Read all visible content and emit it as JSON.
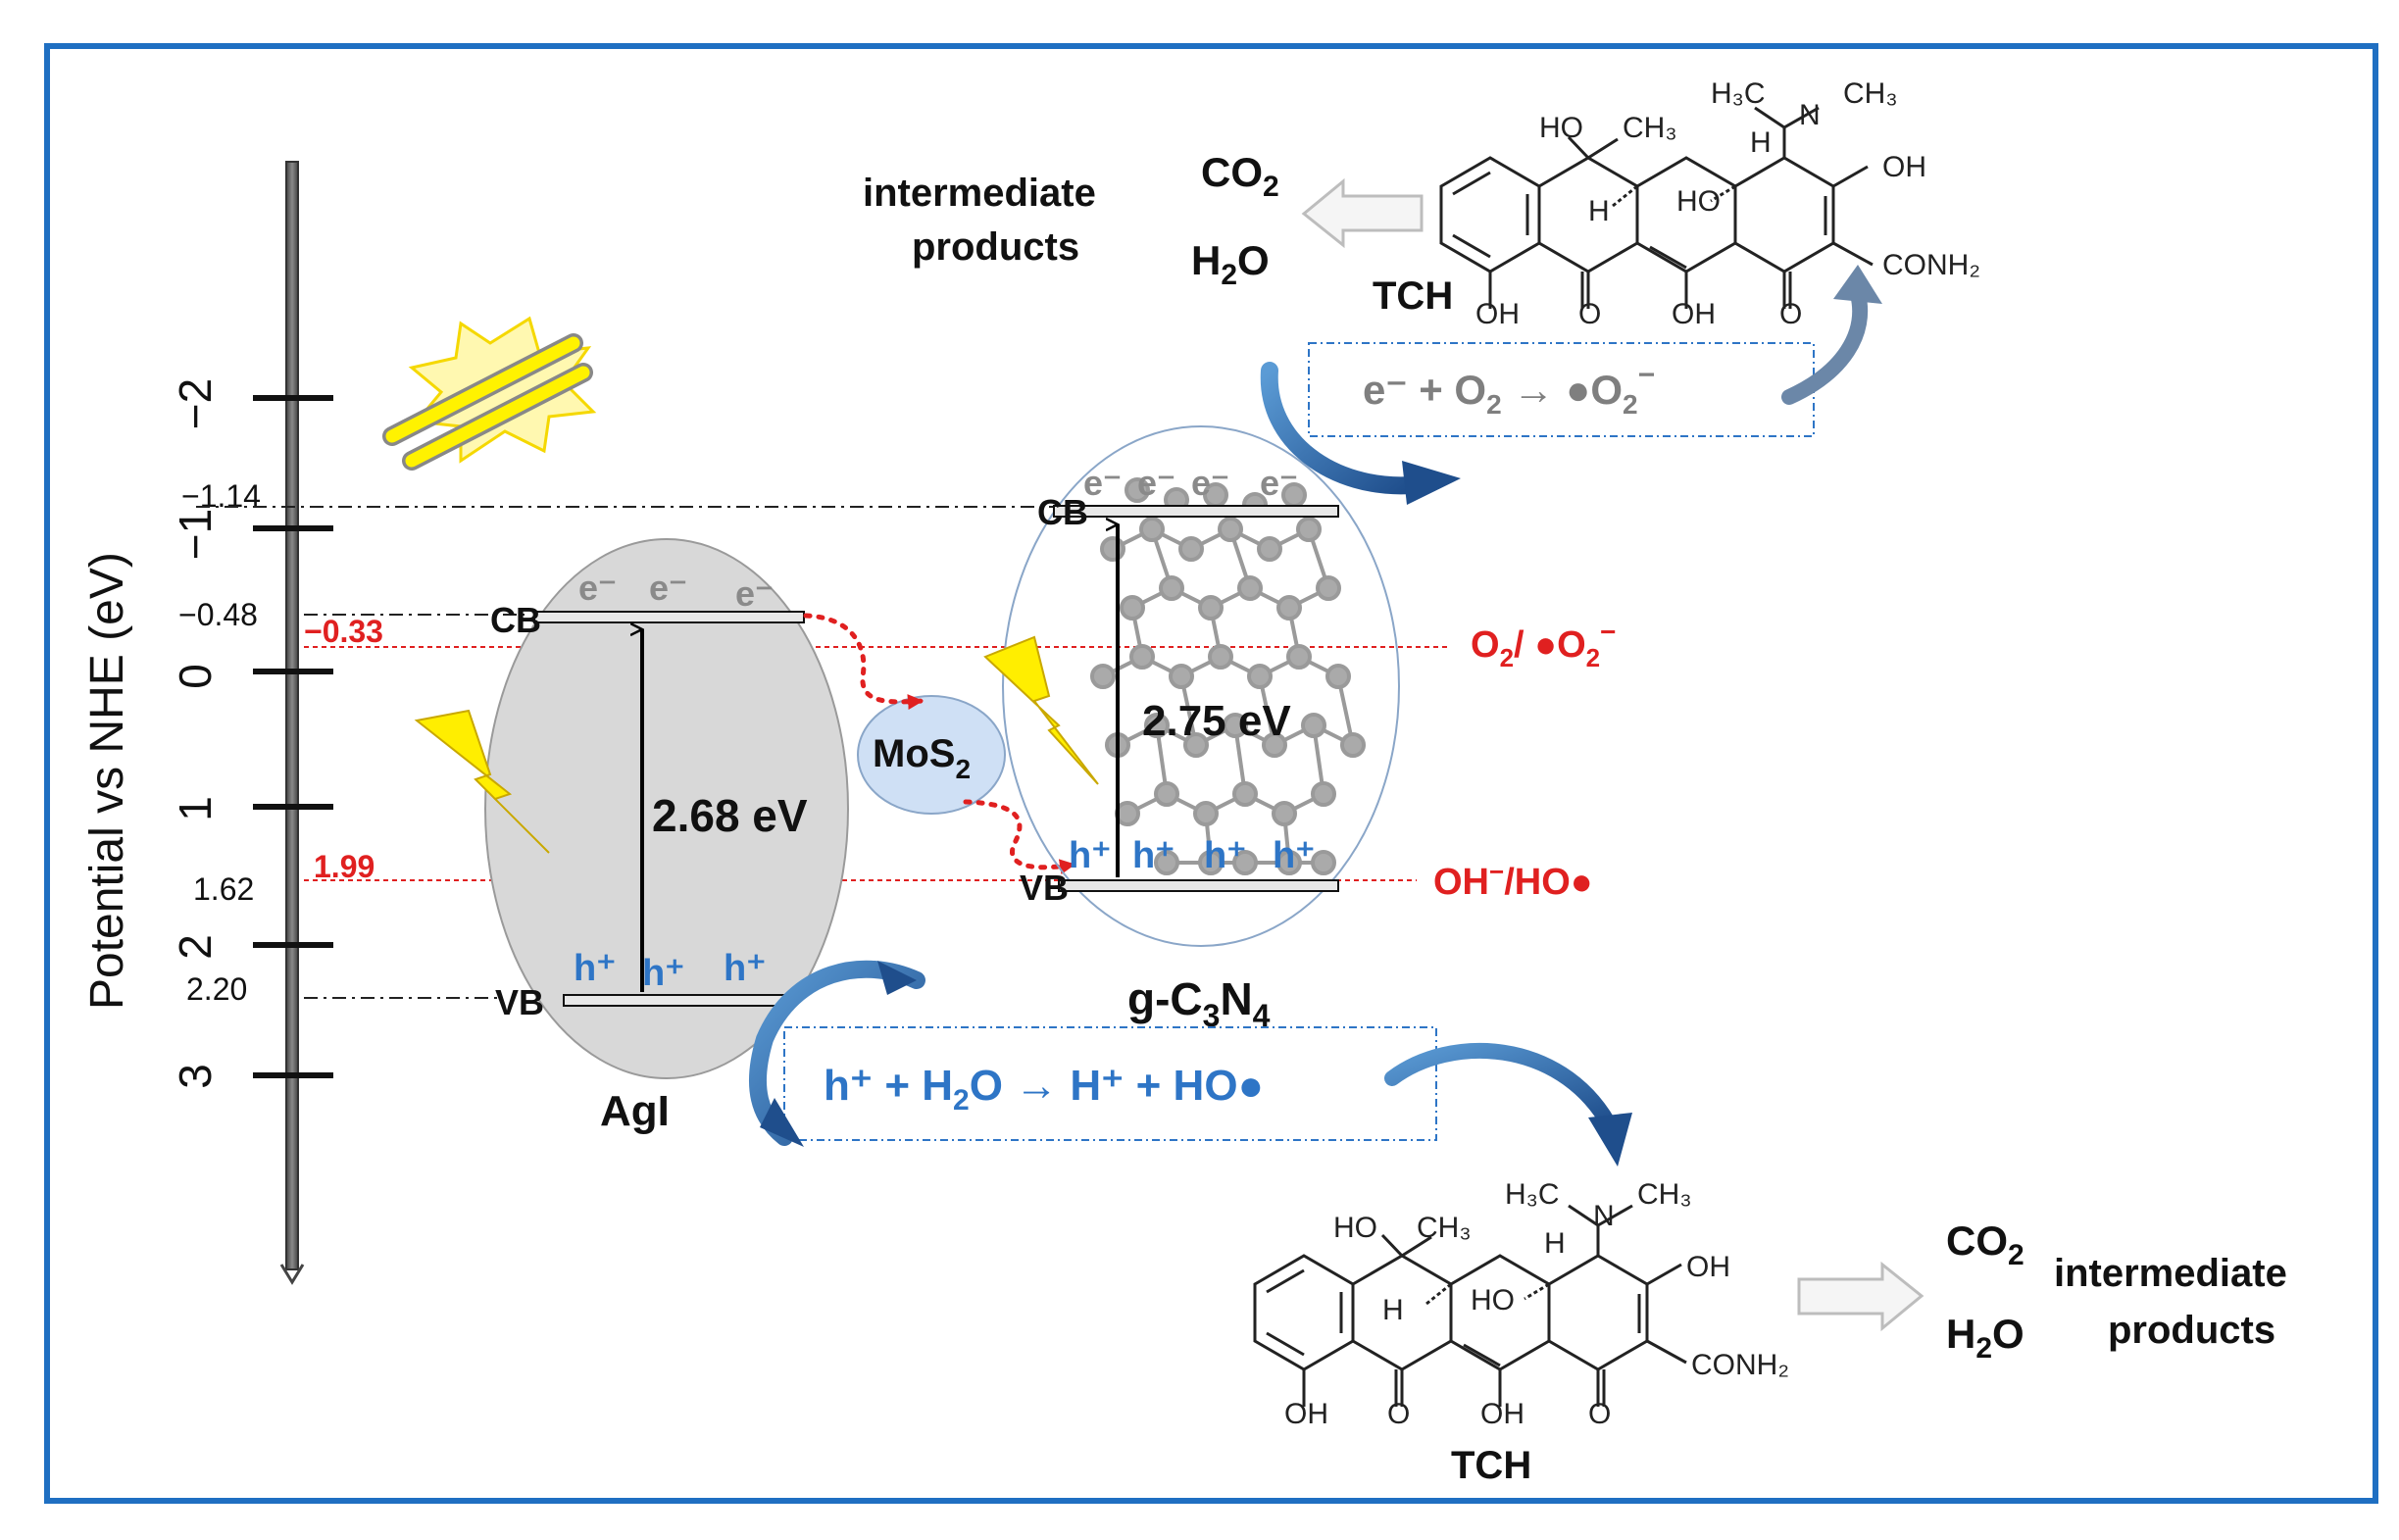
{
  "axis": {
    "label": "Potential vs NHE (eV)",
    "ticks": [
      {
        "label": "−2",
        "value": -2
      },
      {
        "label": "−1",
        "value": -1
      },
      {
        "label": "0",
        "value": 0
      },
      {
        "label": "1",
        "value": 1
      },
      {
        "label": "2",
        "value": 2
      },
      {
        "label": "3",
        "value": 3
      }
    ]
  },
  "levels": {
    "gcn_cb": "−1.14",
    "agi_cb": "−0.48",
    "o2_level": "−0.33",
    "gcn_vb": "1.62",
    "oh_level": "1.99",
    "agi_vb": "2.20"
  },
  "agi": {
    "name": "AgI",
    "bandgap": "2.68 eV",
    "cb_label": "CB",
    "vb_label": "VB",
    "electrons": [
      "e⁻",
      "e⁻",
      "e⁻"
    ],
    "holes": [
      "h⁺",
      "h⁺",
      "h⁺"
    ]
  },
  "gcn": {
    "name_prefix": "g-C",
    "name_sub1": "3",
    "name_mid": "N",
    "name_sub2": "4",
    "bandgap": "2.75 eV",
    "cb_label": "CB",
    "vb_label": "VB",
    "electrons": [
      "e⁻",
      "e⁻",
      "e⁻",
      "e⁻"
    ],
    "holes": [
      "h⁺",
      "h⁺",
      "h⁺",
      "h⁺"
    ]
  },
  "mos2": {
    "main": "MoS",
    "sub": "2"
  },
  "couples": {
    "o2": {
      "a": "O",
      "sub": "2",
      "b": "/ ●O",
      "sub2": "2",
      "sup": "−"
    },
    "oh": {
      "a": "OH",
      "sup": "−",
      "b": "/HO●"
    }
  },
  "reactions": {
    "superoxide": {
      "p1": "e⁻ + O",
      "sub1": "2",
      "p2": " → ●O",
      "sub2": "2",
      "sup": "−"
    },
    "hydroxyl": {
      "p1": "h⁺ + H",
      "sub1": "2",
      "p2": "O → H⁺ +  HO●"
    }
  },
  "products_top": {
    "line1": "intermediate",
    "line2": "products",
    "co2": "CO",
    "co2_sub": "2",
    "h2o_a": "H",
    "h2o_sub": "2",
    "h2o_b": "O"
  },
  "products_bottom": {
    "line1": "intermediate",
    "line2": "products",
    "co2": "CO",
    "co2_sub": "2",
    "h2o_a": "H",
    "h2o_sub": "2",
    "h2o_b": "O"
  },
  "tch": {
    "name": "TCH",
    "labels": {
      "h3c": "H₃C",
      "n": "N",
      "ch3_right": "CH₃",
      "ho_top": "HO",
      "ch3_top": "CH₃",
      "h_mid": "H",
      "h_left": "H",
      "ho_mid": "HO",
      "oh_right": "OH",
      "conh2": "CONH₂",
      "oh_b1": "OH",
      "o_b1": "O",
      "oh_b2": "OH",
      "o_b2": "O"
    }
  },
  "colors": {
    "frame": "#1f6fc2",
    "red": "#e02020",
    "blue": "#2e75c6",
    "gray": "#7f7f7f",
    "lightning": "#ffee00"
  }
}
